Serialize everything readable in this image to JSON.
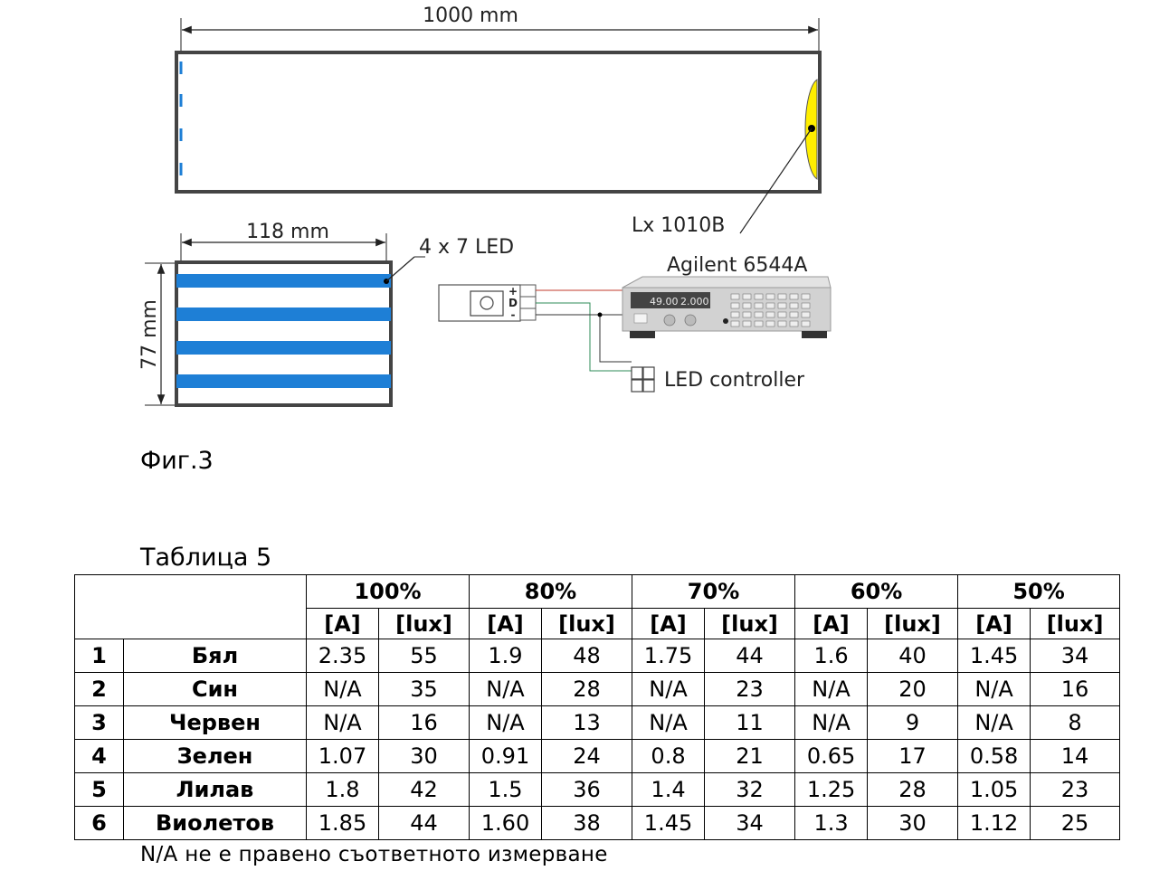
{
  "figure": {
    "width_label": "1000 mm",
    "sensor_label": "Lx 1010B",
    "box_width_label": "118 mm",
    "box_height_label": "77 mm",
    "led_label": "4 x 7 LED",
    "psu_label": "Agilent 6544A",
    "controller_label": "LED controller",
    "plus_sign": "+",
    "d_label": "D",
    "minus_sign": "-",
    "psu_display_left": "49.00",
    "psu_display_right": "2.000",
    "colors": {
      "led_strip": "#1e7fd6",
      "sensor": "#ffee00",
      "wire_red": "#c0392b",
      "wire_green": "#2e8b57"
    },
    "caption": "Фиг.3"
  },
  "table": {
    "caption": "Таблица 5",
    "percent_headers": [
      "100%",
      "80%",
      "70%",
      "60%",
      "50%"
    ],
    "unit_headers": [
      "[A]",
      "[lux]",
      "[A]",
      "[lux]",
      "[A]",
      "[lux]",
      "[A]",
      "[lux]",
      "[A]",
      "[lux]"
    ],
    "rows": [
      {
        "num": "1",
        "name": "Бял",
        "values": [
          "2.35",
          "55",
          "1.9",
          "48",
          "1.75",
          "44",
          "1.6",
          "40",
          "1.45",
          "34"
        ]
      },
      {
        "num": "2",
        "name": "Син",
        "values": [
          "N/A",
          "35",
          "N/A",
          "28",
          "N/A",
          "23",
          "N/A",
          "20",
          "N/A",
          "16"
        ]
      },
      {
        "num": "3",
        "name": "Червен",
        "values": [
          "N/A",
          "16",
          "N/A",
          "13",
          "N/A",
          "11",
          "N/A",
          "9",
          "N/A",
          "8"
        ]
      },
      {
        "num": "4",
        "name": "Зелен",
        "values": [
          "1.07",
          "30",
          "0.91",
          "24",
          "0.8",
          "21",
          "0.65",
          "17",
          "0.58",
          "14"
        ]
      },
      {
        "num": "5",
        "name": "Лилав",
        "values": [
          "1.8",
          "42",
          "1.5",
          "36",
          "1.4",
          "32",
          "1.25",
          "28",
          "1.05",
          "23"
        ]
      },
      {
        "num": "6",
        "name": "Виолетов",
        "values": [
          "1.85",
          "44",
          "1.60",
          "38",
          "1.45",
          "34",
          "1.3",
          "30",
          "1.12",
          "25"
        ]
      }
    ],
    "footnote": "N/A  не е правено съответното измерване"
  }
}
